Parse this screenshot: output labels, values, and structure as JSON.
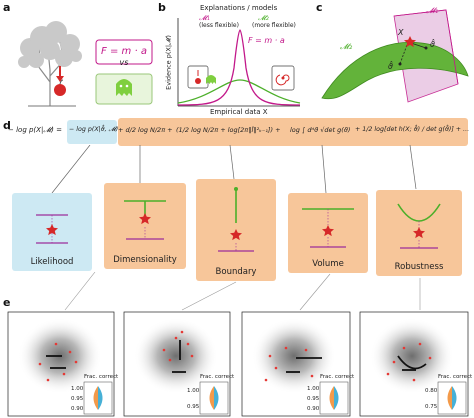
{
  "panels": {
    "a": "a",
    "b": "b",
    "c": "c",
    "d": "d",
    "e": "e"
  },
  "panel_a": {
    "formula": "F = m · a",
    "vs": "vs"
  },
  "panel_b": {
    "title": "Explanations / models",
    "legend": [
      {
        "name": "𝓜₁",
        "note": "(less flexible)",
        "color": "#c2188a"
      },
      {
        "name": "𝓜₂",
        "note": "(more flexible)",
        "color": "#4caf2a"
      }
    ],
    "formula": "F = m · a",
    "ylabel": "Evidence p(X|𝓜)",
    "xlabel": "Empirical data X"
  },
  "panel_c": {
    "m1": "𝓜₁",
    "m2": "𝓜₂",
    "x": "X",
    "theta_hat": "ϑ̂",
    "theta_hat2": "ϑ̂"
  },
  "equation": {
    "lhs": "− log p(X|𝓜) =",
    "likelihood_term": "− log p(X|ϑ̂, 𝓜)",
    "dimensionality_term": "+ d/2 log N/2π +",
    "boundary_term": "(1/2 log N/2π + log[2π‖l̂‖²ₖ₋₁]) +",
    "volume_term": "log ∫ dᵈϑ √det g(ϑ)",
    "robustness_term": "+ 1/2 log[det h(X; ϑ̂) / det g(ϑ̂)] + …"
  },
  "categories": [
    {
      "label": "Likelihood",
      "color": "#cde9f3"
    },
    {
      "label": "Dimensionality",
      "color": "#f7c69a"
    },
    {
      "label": "Boundary",
      "color": "#f7c69a"
    },
    {
      "label": "Volume",
      "color": "#f7c69a"
    },
    {
      "label": "Robustness",
      "color": "#f7c69a"
    }
  ],
  "panel_e": {
    "frac_label": "Frac. correct",
    "insets": [
      {
        "ticks": [
          "1.00",
          "0.95",
          "0.90"
        ]
      },
      {
        "ticks": [
          "1.00",
          "0.95"
        ]
      },
      {
        "ticks": [
          "1.00",
          "0.95",
          "0.90"
        ]
      },
      {
        "ticks": [
          "0.80",
          "0.75"
        ]
      }
    ]
  }
}
